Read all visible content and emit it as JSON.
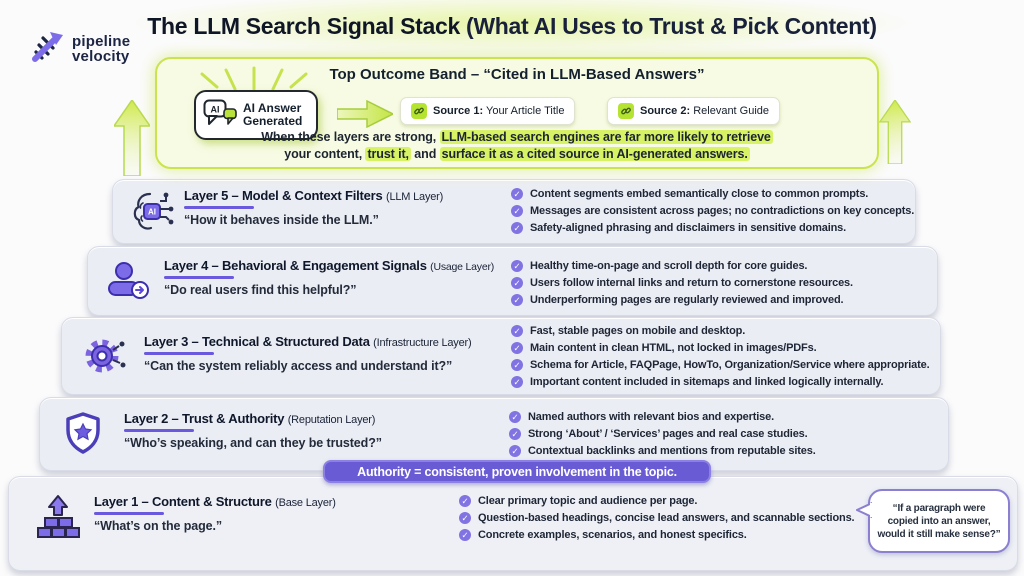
{
  "logo": {
    "line1": "pipeline",
    "line2": "velocity"
  },
  "header": {
    "title_bold": "The LLM Search Signal Stack",
    "title_rest": " (What AI Uses to Trust & Pick Content)"
  },
  "outcome_band": {
    "title": "Top Outcome Band – “Cited in LLM-Based Answers”",
    "ai_box": {
      "label": "AI Answer Generated",
      "icon_text": "AI"
    },
    "sources": [
      {
        "bold": "Source 1:",
        "rest": " Your Article Title"
      },
      {
        "bold": "Source 2:",
        "rest": " Relevant Guide"
      }
    ],
    "caption": {
      "pre1": "When these layers are strong, ",
      "hl1": "LLM-based search engines are far more likely to retrieve",
      "pre2": "your content, ",
      "hl2": "trust it,",
      "mid2": " and ",
      "hl3": "surface it as a cited source in AI-generated answers."
    }
  },
  "layers": [
    {
      "title": "Layer 5 – Model & Context Filters",
      "sub": "(LLM Layer)",
      "quote": "“How it behaves inside the LLM.”",
      "bullets": [
        "Content segments embed semantically close to common prompts.",
        "Messages are consistent across pages; no contradictions on key concepts.",
        "Safety-aligned phrasing and disclaimers in sensitive domains."
      ]
    },
    {
      "title": "Layer 4 – Behavioral & Engagement Signals",
      "sub": "(Usage Layer)",
      "quote": "“Do real users find this helpful?”",
      "bullets": [
        "Healthy time-on-page and scroll depth for core guides.",
        "Users follow internal links and return to cornerstone resources.",
        "Underperforming pages are regularly reviewed and improved."
      ]
    },
    {
      "title": "Layer 3 – Technical & Structured Data",
      "sub": "(Infrastructure Layer)",
      "quote": "“Can the system reliably access and understand it?”",
      "bullets": [
        "Fast, stable pages on mobile and desktop.",
        "Main content in clean HTML, not locked in images/PDFs.",
        "Schema for Article, FAQPage, HowTo, Organization/Service where appropriate.",
        "Important content included in sitemaps and linked logically internally."
      ]
    },
    {
      "title": "Layer 2 – Trust & Authority",
      "sub": "(Reputation Layer)",
      "quote": "“Who’s speaking, and can they be trusted?”",
      "bullets": [
        "Named authors with relevant bios and expertise.",
        "Strong ‘About’ / ‘Services’ pages and real case studies.",
        "Contextual backlinks and mentions from reputable sites."
      ]
    },
    {
      "title": "Layer 1 – Content & Structure",
      "sub": "(Base Layer)",
      "quote": "“What’s on the page.”",
      "bullets": [
        "Clear primary topic and audience per page.",
        "Question-based headings, concise lead answers, and scannable sections.",
        "Concrete examples, scenarios, and honest specifics."
      ]
    }
  ],
  "authority_banner": "Authority = consistent, proven involvement in the topic.",
  "callout_bubble": "“If a paragraph were copied into an answer, would it still make sense?”",
  "icons": {
    "ai_chip_text": "AI"
  },
  "colors": {
    "accent_purple": "#6a58de",
    "banner_purple": "#695bd4",
    "band_border_green": "#cbe34e",
    "highlight_green": "#d8f266",
    "layer_bg": "#ebedf4"
  }
}
